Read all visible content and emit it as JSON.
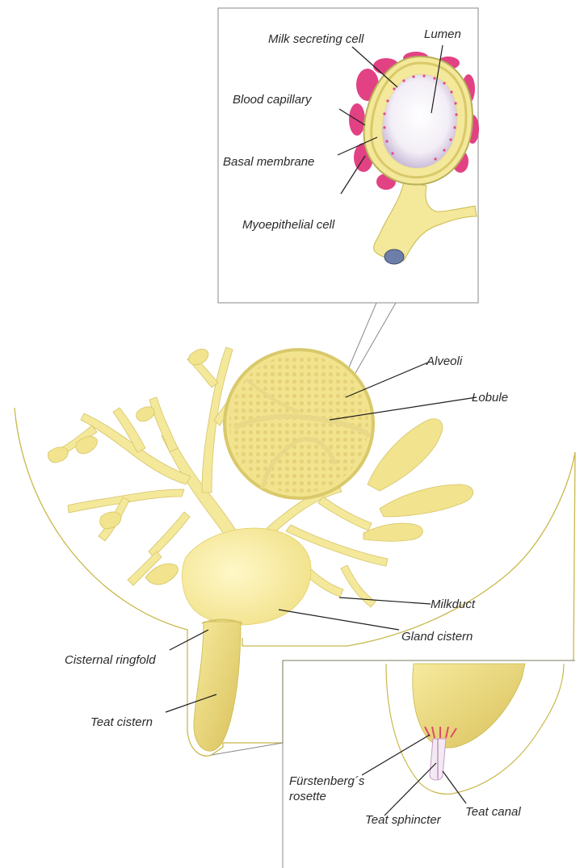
{
  "labels": {
    "milk_secreting_cell": "Milk secreting cell",
    "lumen": "Lumen",
    "blood_capillary": "Blood capillary",
    "basal_membrane": "Basal membrane",
    "myoepithelial_cell": "Myoepithelial cell",
    "alveoli": "Alveoli",
    "lobule": "Lobule",
    "milkduct": "Milkduct",
    "gland_cistern": "Gland cistern",
    "cisternal_ringfold": "Cisternal ringfold",
    "teat_cistern": "Teat cistern",
    "furstenberg_line1": "Fürstenberg´s",
    "furstenberg_line2": "rosette",
    "teat_sphincter": "Teat sphincter",
    "teat_canal": "Teat canal"
  },
  "colors": {
    "tissue": "#f4e89a",
    "tissue_dark": "#e2cf63",
    "outline": "#c9b84a",
    "capillary": "#e0327a",
    "lumen": "#ffffff",
    "leader": "#1e1e1e",
    "frame": "#8a8a8a",
    "membrane": "#b7b05a"
  }
}
